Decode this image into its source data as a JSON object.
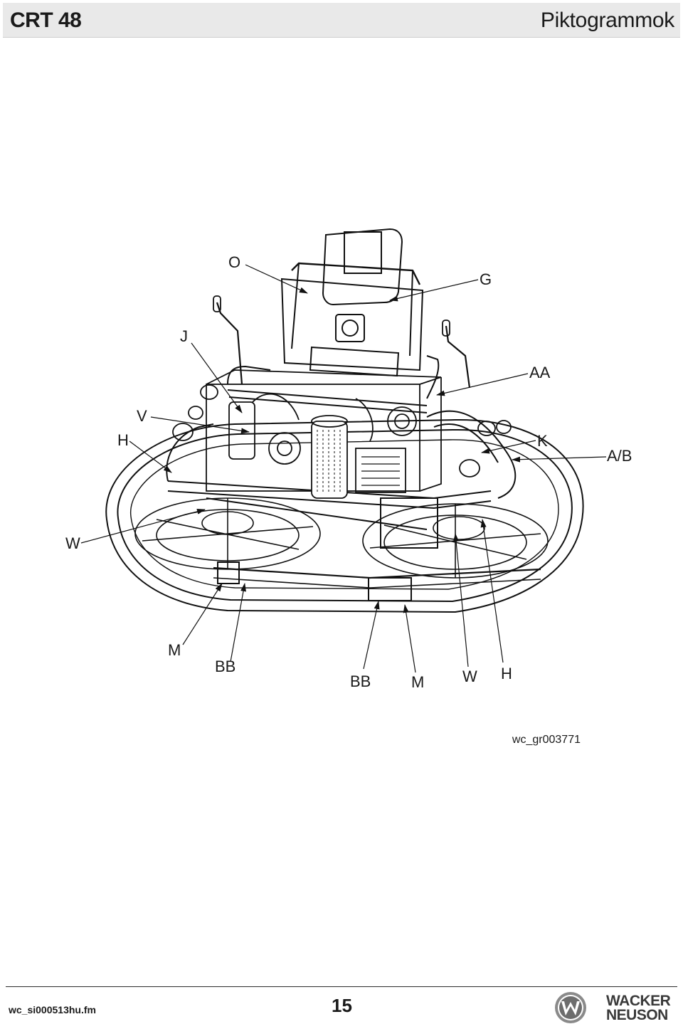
{
  "header": {
    "model": "CRT 48",
    "section": "Piktogrammok"
  },
  "figure": {
    "id": "wc_gr003771",
    "callouts": {
      "o": "O",
      "g": "G",
      "j": "J",
      "aa": "AA",
      "v": "V",
      "h_left": "H",
      "k": "K",
      "ab": "A/B",
      "w_left": "W",
      "m_left": "M",
      "bb_left": "BB",
      "bb_right": "BB",
      "m_right": "M",
      "w_right": "W",
      "h_right": "H"
    }
  },
  "footer": {
    "file": "wc_si000513hu.fm",
    "page": "15",
    "brand_line1": "WACKER",
    "brand_line2": "NEUSON"
  }
}
